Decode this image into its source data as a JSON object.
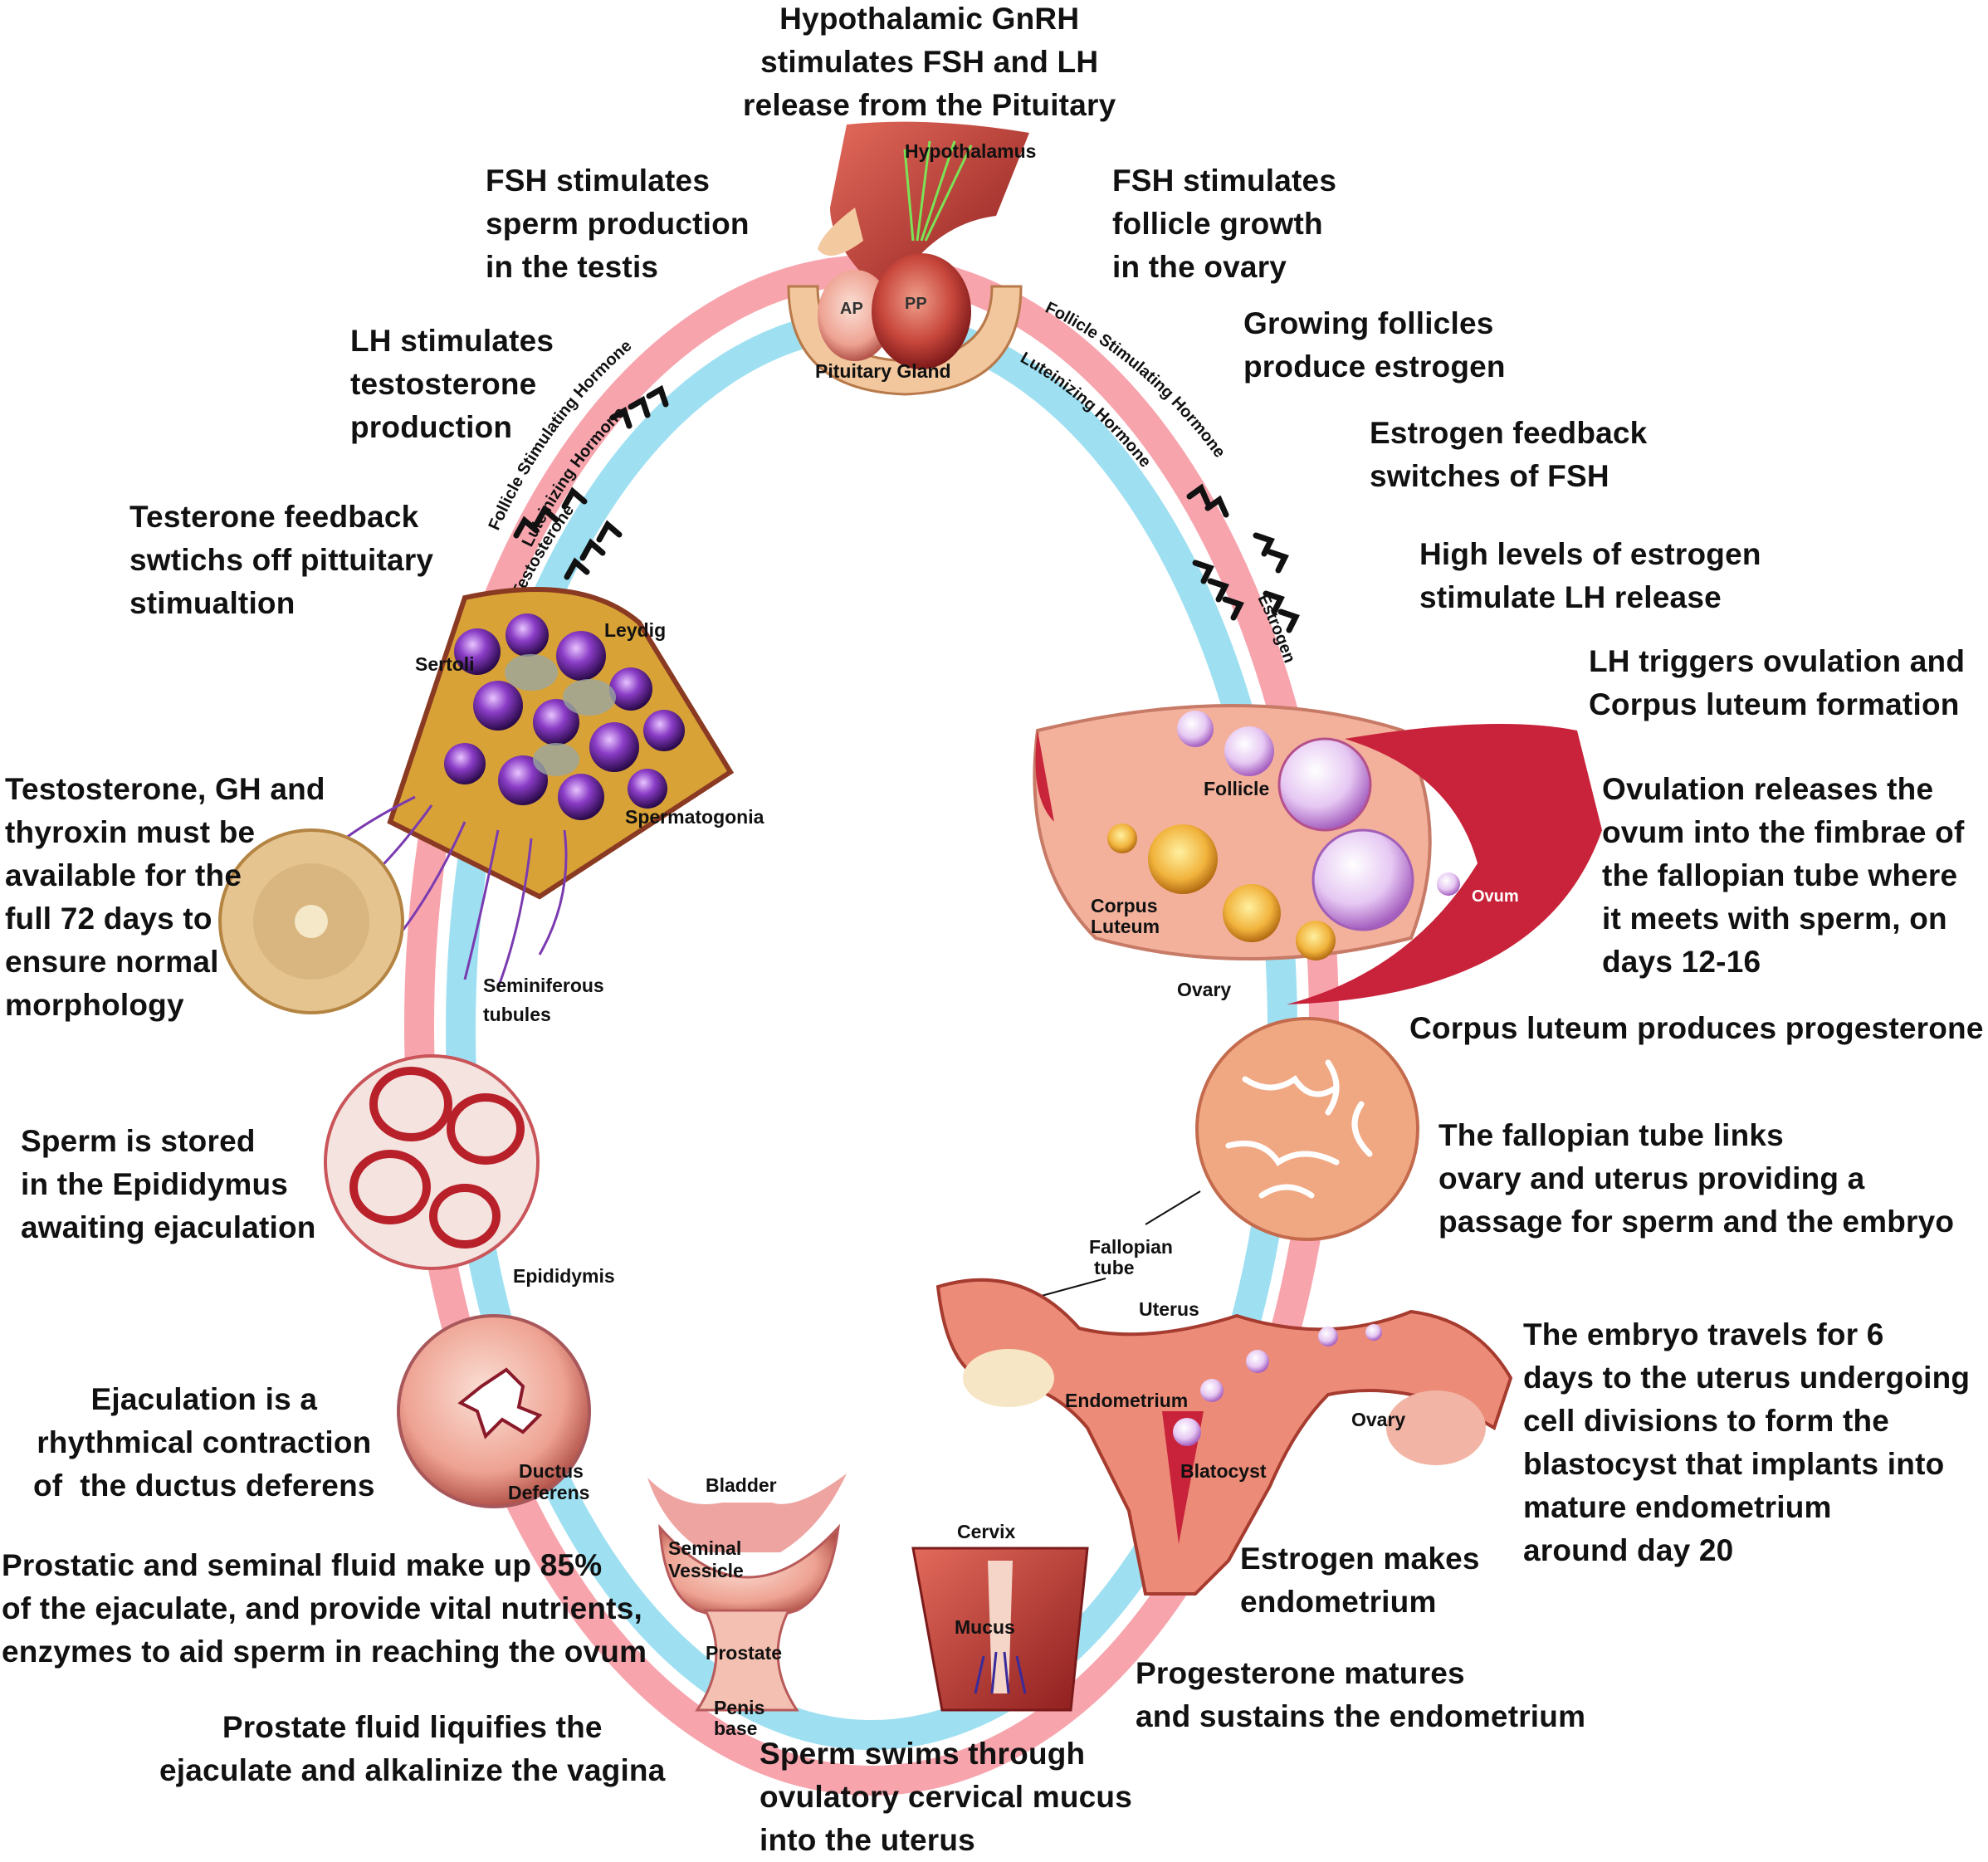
{
  "colors": {
    "outer_ring": "#f7a4ad",
    "inner_ring": "#9ee0f2",
    "tissue_red": "#b8202a",
    "tissue_pink": "#f2b6a8",
    "follicle_yellow": "#e9a93a",
    "sperm_purple": "#4a1a78"
  },
  "annotations": {
    "gnrh": "Hypothalamic GnRH\nstimulates FSH and LH\nrelease from the Pituitary",
    "fsh_testis": "FSH stimulates\nsperm production\nin the testis",
    "fsh_ovary": "FSH stimulates\nfollicle growth\nin the ovary",
    "lh_testosterone": "LH stimulates\ntestosterone\nproduction",
    "growing_follicles": "Growing follicles\nproduce estrogen",
    "estrogen_feedback": "Estrogen feedback\nswitches of FSH",
    "testosterone_feedback": "Testerone feedback\nswtichs off pittuitary\nstimualtion",
    "high_estrogen": "High levels of estrogen\nstimulate LH release",
    "lh_ovulation": "LH triggers ovulation and\nCorpus luteum formation",
    "testosterone_gh": "Testosterone, GH and\nthyroxin must be\navailable for the\nfull 72 days to\nensure normal\nmorphology",
    "ovulation_releases": "Ovulation releases the\novum into the fimbrae of\nthe fallopian tube where\nit meets with sperm, on\ndays 12-16",
    "corpus_luteum_progesterone": "Corpus luteum produces progesterone",
    "sperm_stored": "Sperm is stored\nin the Epididymus\nawaiting ejaculation",
    "fallopian_links": "The fallopian tube links\novary and uterus providing a\npassage for sperm and the embryo",
    "ejaculation": "Ejaculation is a\nrhythmical contraction\nof  the ductus deferens",
    "embryo_travels": "The embryo travels for 6\ndays to the uterus undergoing\ncell divisions to form the\nblastocyst that implants into\nmature endometrium\naround day 20",
    "prostatic_fluid": "Prostatic and seminal fluid make up 85%\nof the ejaculate, and provide vital nutrients,\nenzymes to aid sperm in reaching the ovum",
    "estrogen_endometrium": "Estrogen makes\nendometrium",
    "progesterone_matures": "Progesterone matures\nand sustains the endometrium",
    "prostate_fluid": "Prostate fluid liquifies the\nejaculate and alkalinize the vagina",
    "sperm_swims": "Sperm swims through\novulatory cervical mucus\ninto the uterus"
  },
  "labels": {
    "hypothalamus": "Hypothalamus",
    "ap": "AP",
    "pp": "PP",
    "pituitary_gland": "Pituitary Gland",
    "leydig": "Leydig",
    "sertoli": "Sertoli",
    "spermatogonia": "Spermatogonia",
    "seminiferous_1": "Seminiferous",
    "seminiferous_2": "tubules",
    "follicle": "Follicle",
    "corpus_1": "Corpus",
    "luteum_1": "Luteum",
    "ovum": "Ovum",
    "ovary_top": "Ovary",
    "epididymis": "Epididymis",
    "fallopian_1": "Fallopian",
    "fallopian_2": "tube",
    "uterus": "Uterus",
    "endometrium": "Endometrium",
    "blatocyst": "Blatocyst",
    "ovary_bottom": "Ovary",
    "ductus_1": "Ductus",
    "ductus_2": "Deferens",
    "bladder": "Bladder",
    "seminal_1": "Seminal",
    "seminal_2": "Vessicle",
    "prostate": "Prostate",
    "penis_1": "Penis",
    "penis_2": "base",
    "cervix": "Cervix",
    "mucus": "Mucus"
  },
  "ring_labels": {
    "fsh_left": "Follicle Stimulating Hormone",
    "lh_left": "Luteinizing Hormone",
    "testosterone": "Testosterone",
    "fsh_right": "Follicle Stimulating Hormone",
    "lh_right": "Luteinizing Hormone",
    "estrogen": "Estrogen"
  }
}
